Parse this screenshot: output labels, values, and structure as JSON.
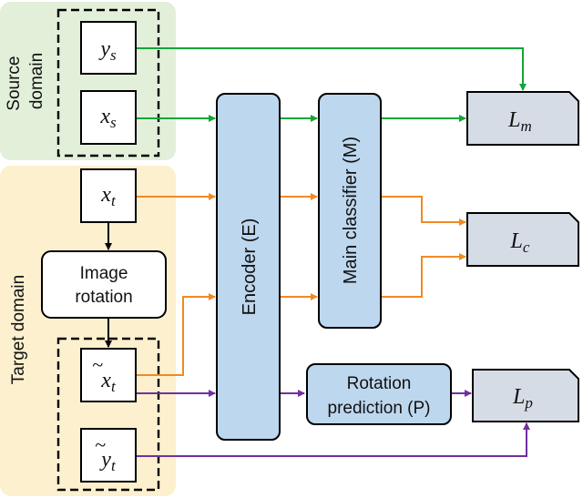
{
  "regions": {
    "source": {
      "label_line1": "Source",
      "label_line2": "domain",
      "color": "#e2efd9"
    },
    "target": {
      "label": "Target domain",
      "color": "#fdf0cf"
    }
  },
  "nodes": {
    "ys": {
      "base": "y",
      "sub": "s"
    },
    "xs": {
      "base": "x",
      "sub": "s"
    },
    "xt": {
      "base": "x",
      "sub": "t"
    },
    "image_rotation": {
      "line1": "Image",
      "line2": "rotation"
    },
    "xt_tilde": {
      "base": "x",
      "sub": "t",
      "accent": "~"
    },
    "yt_tilde": {
      "base": "y",
      "sub": "t",
      "accent": "~"
    },
    "encoder": {
      "label": "Encoder (E)"
    },
    "main_classifier": {
      "label": "Main classifier (M)"
    },
    "rotation_prediction": {
      "line1": "Rotation",
      "line2": "prediction (P)"
    },
    "lm": {
      "base": "L",
      "sub": "m"
    },
    "lc": {
      "base": "L",
      "sub": "c"
    },
    "lp": {
      "base": "L",
      "sub": "p"
    }
  },
  "colors": {
    "green": "#13a538",
    "orange": "#f08a24",
    "purple": "#7030a0",
    "black": "#000000",
    "module_fill": "#bdd7ee",
    "loss_fill": "#d6dce5"
  }
}
